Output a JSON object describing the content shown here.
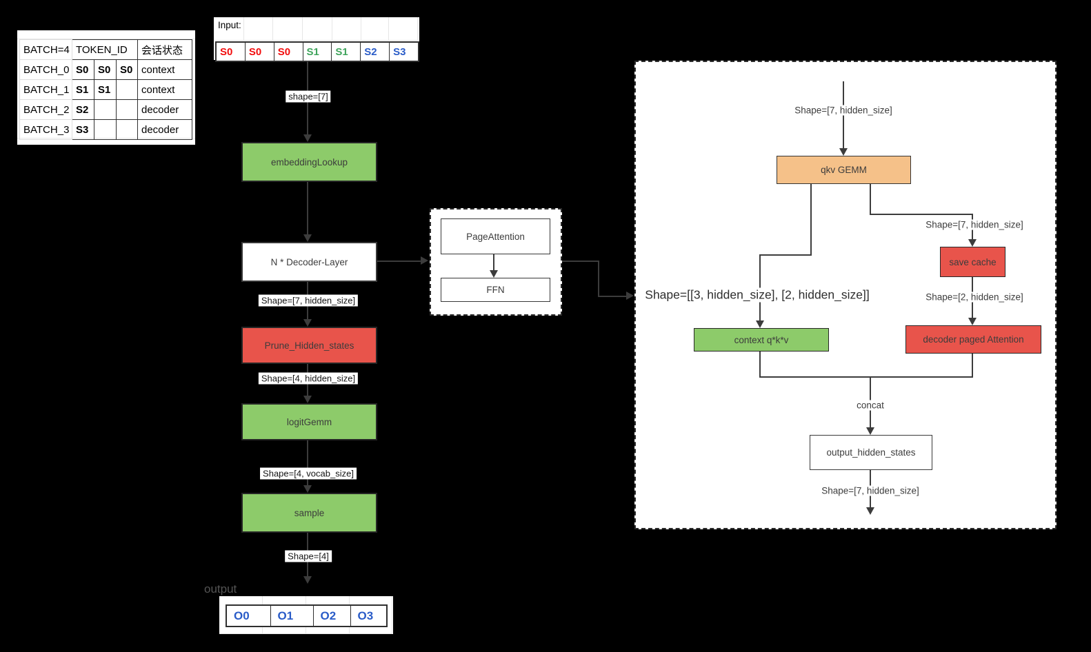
{
  "colors": {
    "box_green": "#8dcb6a",
    "box_red": "#e8544b",
    "box_orange": "#f5c189",
    "token_red": "#f20d0d",
    "token_green": "#3fa45c",
    "token_blue": "#2a5cc8",
    "line": "#3c3c3c",
    "background": "#000000"
  },
  "session_table": {
    "batch_header": "BATCH=4",
    "token_header": "TOKEN_ID",
    "state_header": "会话状态",
    "rows": [
      {
        "batch": "BATCH_0",
        "t1": "S0",
        "t2": "S0",
        "t3": "S0",
        "state": "context"
      },
      {
        "batch": "BATCH_1",
        "t1": "S1",
        "t2": "S1",
        "t3": "",
        "state": "context"
      },
      {
        "batch": "BATCH_2",
        "t1": "S2",
        "t2": "",
        "t3": "",
        "state": "decoder"
      },
      {
        "batch": "BATCH_3",
        "t1": "S3",
        "t2": "",
        "t3": "",
        "state": "decoder"
      }
    ]
  },
  "input_strip": {
    "label": "Input:",
    "cells": [
      {
        "text": "S0",
        "color": "red"
      },
      {
        "text": "S0",
        "color": "red"
      },
      {
        "text": "S0",
        "color": "red"
      },
      {
        "text": "S1",
        "color": "green"
      },
      {
        "text": "S1",
        "color": "green"
      },
      {
        "text": "S2",
        "color": "blue"
      },
      {
        "text": "S3",
        "color": "blue"
      }
    ]
  },
  "pipeline": {
    "shape_in": "shape=[7]",
    "embedding": "embeddingLookup",
    "decoder_layer": "N * Decoder-Layer",
    "shape_hidden7": "Shape=[7, hidden_size]",
    "prune": "Prune_Hidden_states",
    "shape_hidden4": "Shape=[4, hidden_size]",
    "logit": "logitGemm",
    "shape_vocab": "Shape=[4, vocab_size]",
    "sample": "sample",
    "shape_out4": "Shape=[4]"
  },
  "attention_module": {
    "page_attention": "PageAttention",
    "ffn": "FFN"
  },
  "detail_panel": {
    "shape_top": "Shape=[7, hidden_size]",
    "qkv": "qkv GEMM",
    "shape_split": "Shape=[[3, hidden_size], [2, hidden_size]]",
    "shape_right": "Shape=[7, hidden_size]",
    "save_cache": "save cache",
    "shape_cache": "Shape=[2, hidden_size]",
    "context_qkv": "context q*k*v",
    "decoder_attention": "decoder paged Attention",
    "concat": "concat",
    "output_hidden": "output_hidden_states",
    "shape_final": "Shape=[7, hidden_size]"
  },
  "output_strip": {
    "label": "output",
    "cells": [
      "O0",
      "O1",
      "O2",
      "O3"
    ]
  }
}
